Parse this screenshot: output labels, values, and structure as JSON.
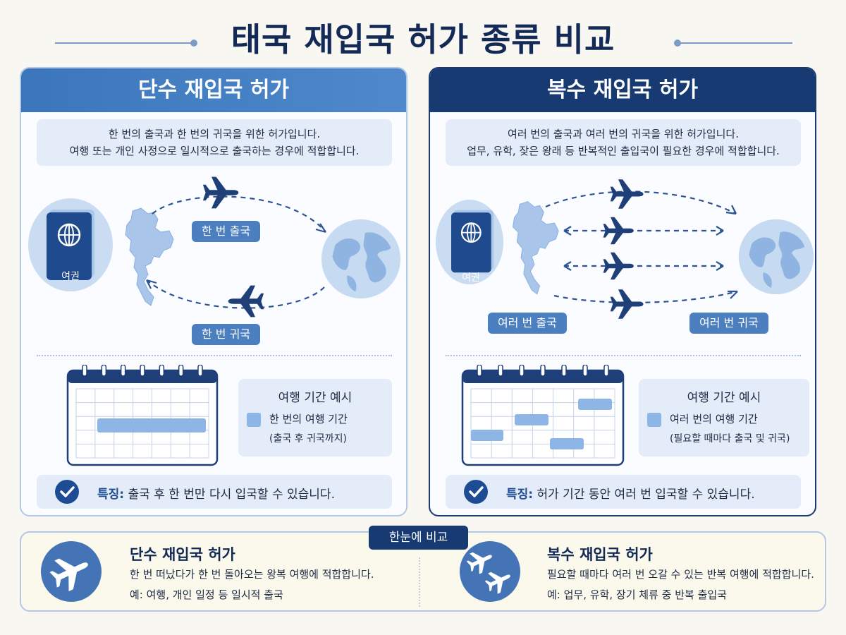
{
  "title": "태국 재입국 허가 종류 비교",
  "left": {
    "header": "단수 재입국 허가",
    "desc_line1": "한 번의 출국과 한 번의 귀국을 위한 허가입니다.",
    "desc_line2": "여행 또는 개인 사정으로 일시적으로 출국하는 경우에 적합합니다.",
    "passport_label": "여권",
    "depart_label": "한 번 출국",
    "return_label": "한 번 귀국",
    "example_title": "여행 기간 예시",
    "legend_label": "한 번의 여행 기간",
    "legend_sub": "(출국 후 귀국까지)",
    "feature_key": "특징:",
    "feature_text": " 출국 후 한 번만 다시 입국할 수 있습니다."
  },
  "right": {
    "header": "복수 재입국 허가",
    "desc_line1": "여러 번의 출국과 여러 번의 귀국을 위한 허가입니다.",
    "desc_line2": "업무, 유학, 잦은 왕래 등 반복적인 출입국이 필요한 경우에 적합합니다.",
    "passport_label": "여권",
    "depart_label": "여러 번 출국",
    "return_label": "여러 번 귀국",
    "example_title": "여행 기간 예시",
    "legend_label": "여러 번의 여행 기간",
    "legend_sub": "(필요할 때마다 출국 및 귀국)",
    "feature_key": "특징:",
    "feature_text": " 허가 기간 동안 여러 번 입국할 수 있습니다."
  },
  "bottom": {
    "tag": "한눈에 비교",
    "single": {
      "title": "단수 재입국 허가",
      "line1": "한 번 떠났다가 한 번 돌아오는 왕복 여행에 적합합니다.",
      "line2": "예: 여행, 개인 일정 등 일시적 출국"
    },
    "multiple": {
      "title": "복수 재입국 허가",
      "line1": "필요할 때마다 여러 번 오갈 수 있는 반복 여행에 적합합니다.",
      "line2": "예: 업무, 유학, 장기 체류 중 반복 출입국"
    }
  },
  "colors": {
    "navy": "#173a73",
    "blue": "#3b76bd",
    "light_blue": "#e3ecf8",
    "legend_blue": "#8db5e6"
  },
  "icons": [
    "passport-icon",
    "globe-icon",
    "airplane-icon",
    "thailand-map-icon",
    "calendar-icon",
    "check-icon"
  ]
}
